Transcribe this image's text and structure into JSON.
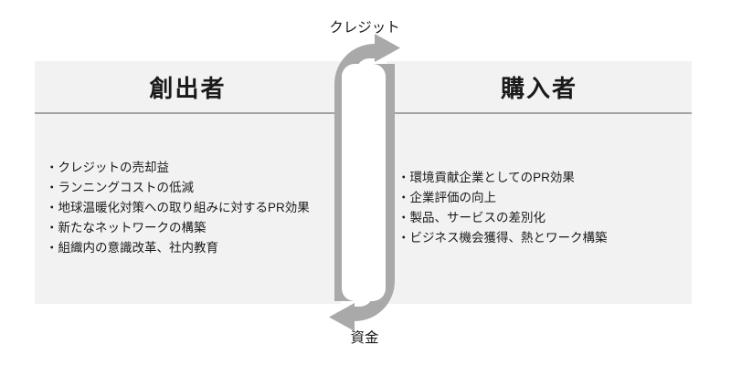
{
  "diagram": {
    "top_flow_label": "クレジット",
    "bottom_flow_label": "資金",
    "left_box": {
      "title": "創出者",
      "items": [
        "・クレジットの売却益",
        "・ランニングコストの低減",
        "・地球温暖化対策への取り組みに対するPR効果",
        "・新たなネットワークの構築",
        "・組織内の意識改革、社内教育"
      ]
    },
    "right_box": {
      "title": "購入者",
      "items": [
        "・環境貢献企業としてのPR効果",
        "・企業評価の向上",
        "・製品、サービスの差別化",
        "・ビジネス機会獲得、熱とワーク構築"
      ]
    },
    "colors": {
      "box_fill": "#f2f2f2",
      "divider": "#a3a3a3",
      "arrow": "#a9a9a9",
      "text": "#1a1a1a",
      "background": "#ffffff"
    }
  }
}
